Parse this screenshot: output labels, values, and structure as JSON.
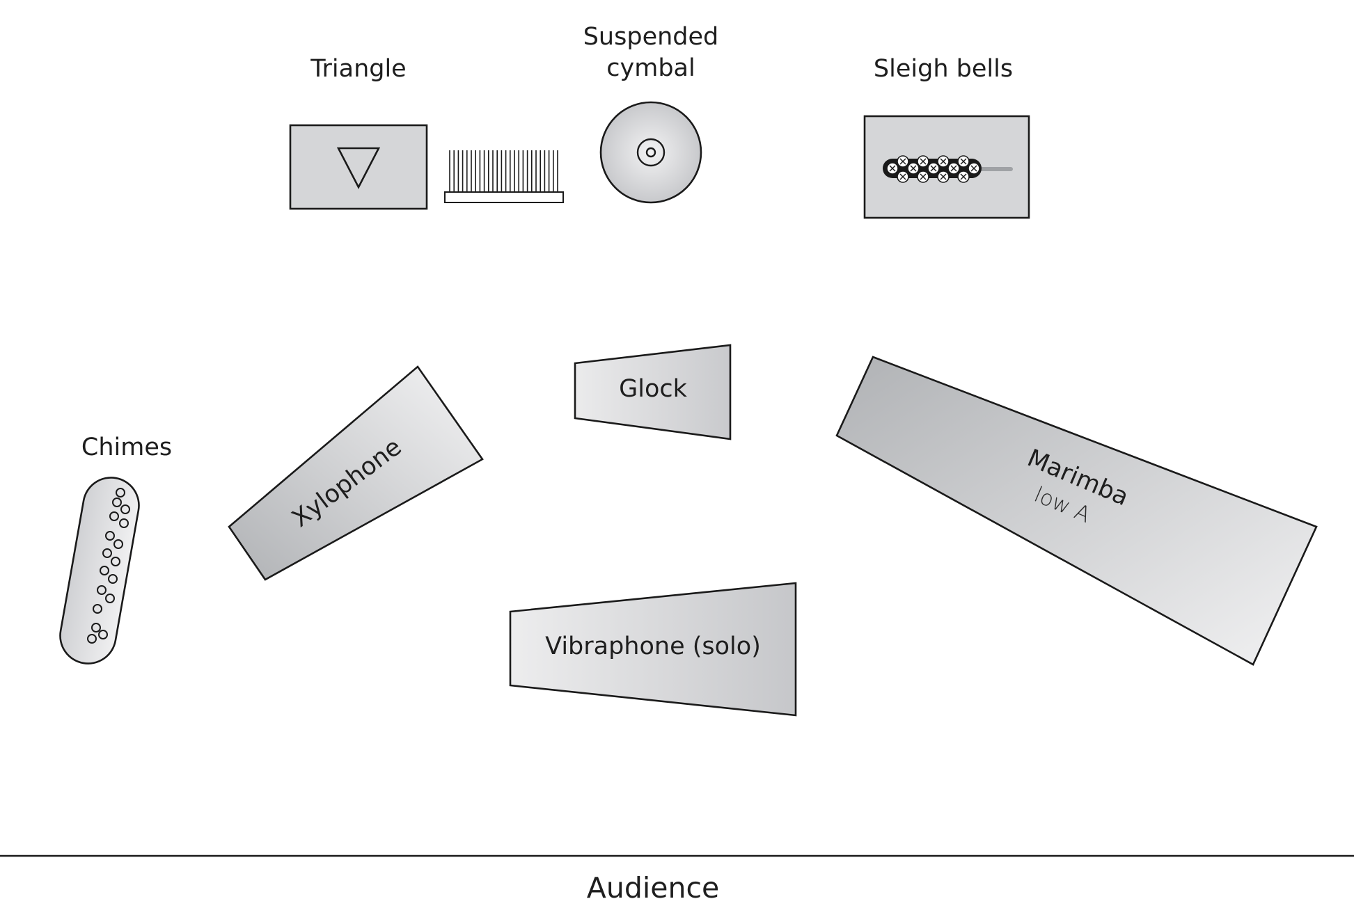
{
  "labels": {
    "triangle": "Triangle",
    "cymbal_line1": "Suspended",
    "cymbal_line2": "cymbal",
    "sleigh_bells": "Sleigh bells",
    "glock": "Glock",
    "chimes": "Chimes",
    "xylophone": "Xylophone",
    "marimba": "Marimba",
    "marimba_note": "low A",
    "vibraphone": "Vibraphone (solo)",
    "audience": "Audience"
  },
  "colors": {
    "stroke": "#1a1a1a",
    "fill_light": "#f2f3f4",
    "fill_mid": "#d3d4d6",
    "fill_dark": "#b4b6b9",
    "text": "#1e1e1e"
  },
  "icons": {
    "triangle": "triangle-icon",
    "cymbal": "cymbal-icon",
    "sleigh_bells": "sleigh-bells-icon",
    "mark_tree": "mark-tree-icon",
    "chimes": "chimes-icon"
  }
}
